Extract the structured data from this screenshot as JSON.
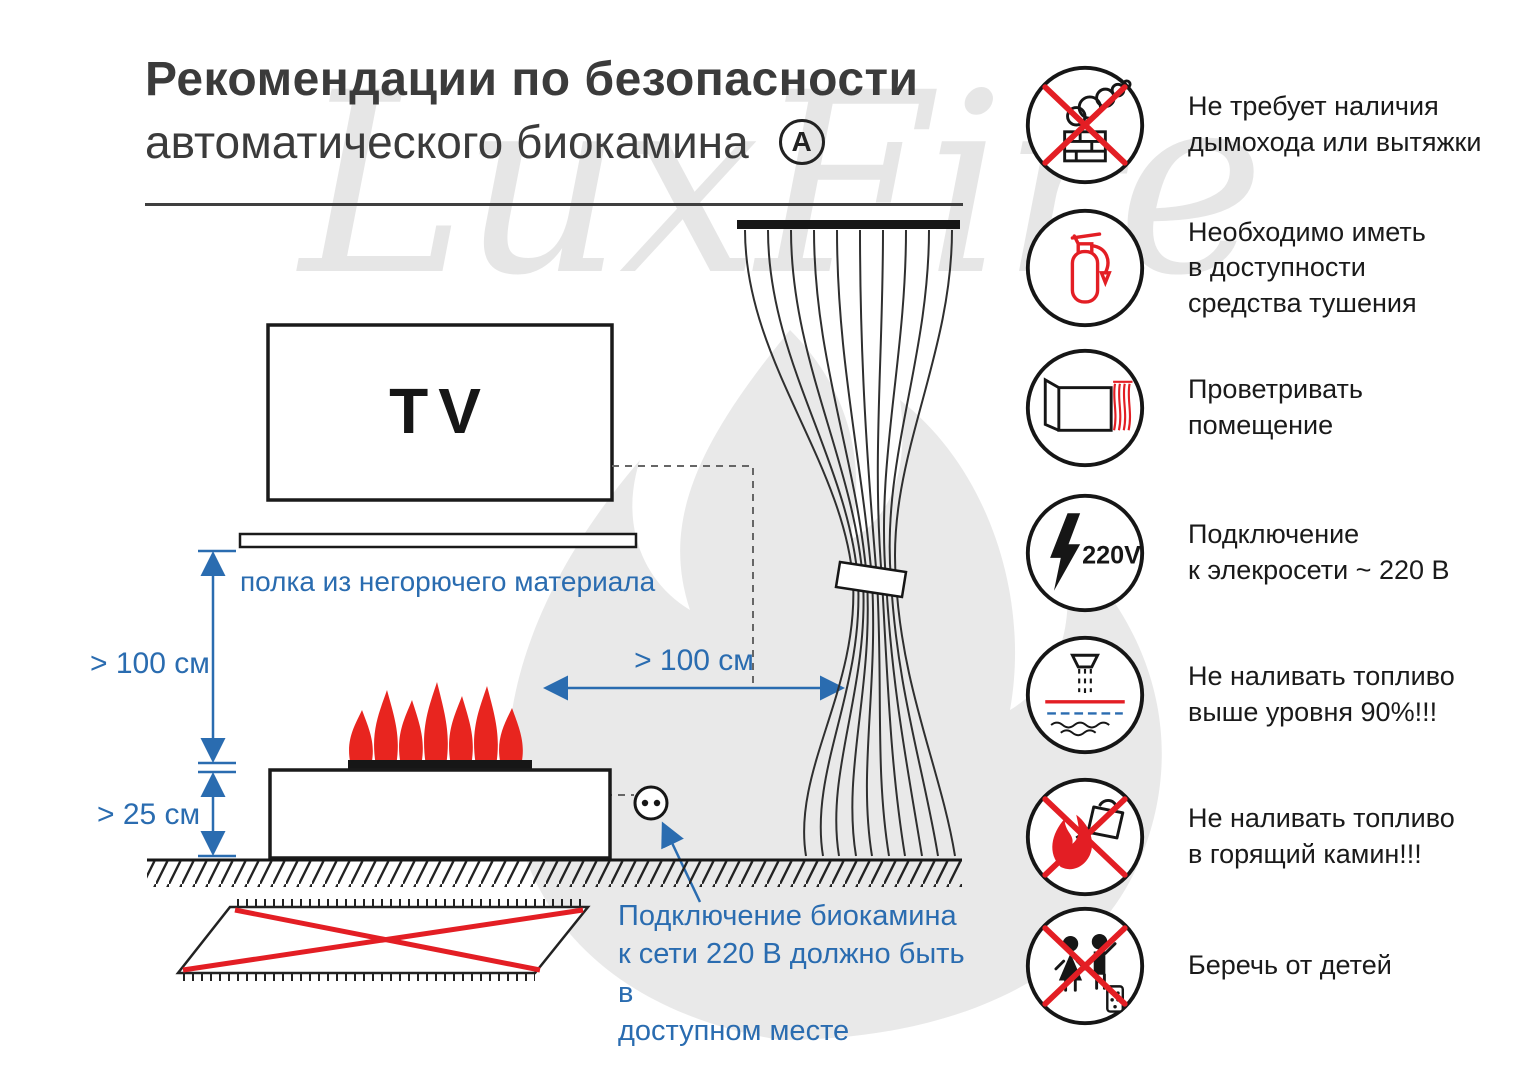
{
  "title": {
    "line1": "Рекомендации по безопасности",
    "line2": "автоматического биокамина",
    "mark": "A"
  },
  "watermark": "LuxFire",
  "diagram": {
    "tv_label": "TV",
    "shelf_label": "полка из негорючего материала",
    "dim_shelf_to_fire": "> 100 см",
    "dim_floor": "> 25 см",
    "dim_to_curtain": "> 100 см",
    "outlet_note": "Подключение биокамина\nк сети 220 В должно быть в\nдоступном месте"
  },
  "rules": [
    {
      "icon": "no-chimney-icon",
      "text": "Не требует наличия\nдымохода или вытяжки"
    },
    {
      "icon": "fire-extinguisher-icon",
      "text": "Необходимо иметь\nв доступности\nсредства тушения"
    },
    {
      "icon": "ventilation-icon",
      "text": "Проветривать\nпомещение"
    },
    {
      "icon": "power-220v-icon",
      "badge": "220V",
      "text": "Подключение\nк элекросети ~ 220 В"
    },
    {
      "icon": "fuel-level-icon",
      "text": "Не наливать топливо\nвыше уровня 90%!!!"
    },
    {
      "icon": "no-refuel-burning-icon",
      "text": "Не наливать топливо\nв горящий камин!!!"
    },
    {
      "icon": "keep-away-children-icon",
      "text": "Беречь от детей"
    }
  ],
  "colors": {
    "accent_blue": "#2a6cb0",
    "alert_red": "#e31e24",
    "line_black": "#1a1a1a"
  }
}
